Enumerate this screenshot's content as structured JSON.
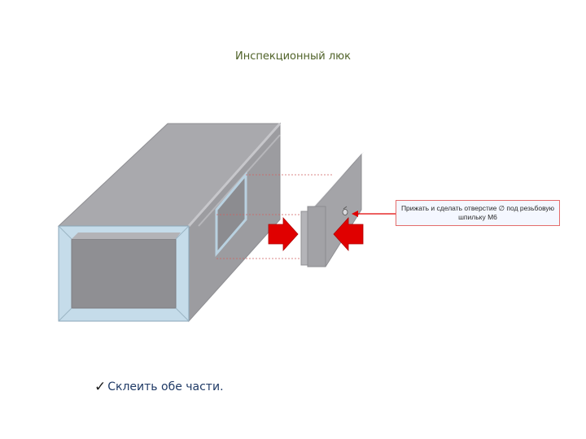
{
  "title": "Инспекционный люк",
  "callout": {
    "text": "Прижать и сделать отверстие ∅ под резьбовую шпильку М6"
  },
  "step": {
    "text": "Склеить обе части."
  },
  "icons": {
    "check": "check-icon",
    "arrow_left": "red-arrow-right-icon",
    "arrow_right": "red-arrow-left-icon",
    "hole": "hole-icon"
  },
  "colors": {
    "duct": "#a7a7ab",
    "frame": "#c5dcea",
    "arrow": "#e00000",
    "title": "#4f6228",
    "step_text": "#1f3a66",
    "guide_line": "#d06060"
  }
}
